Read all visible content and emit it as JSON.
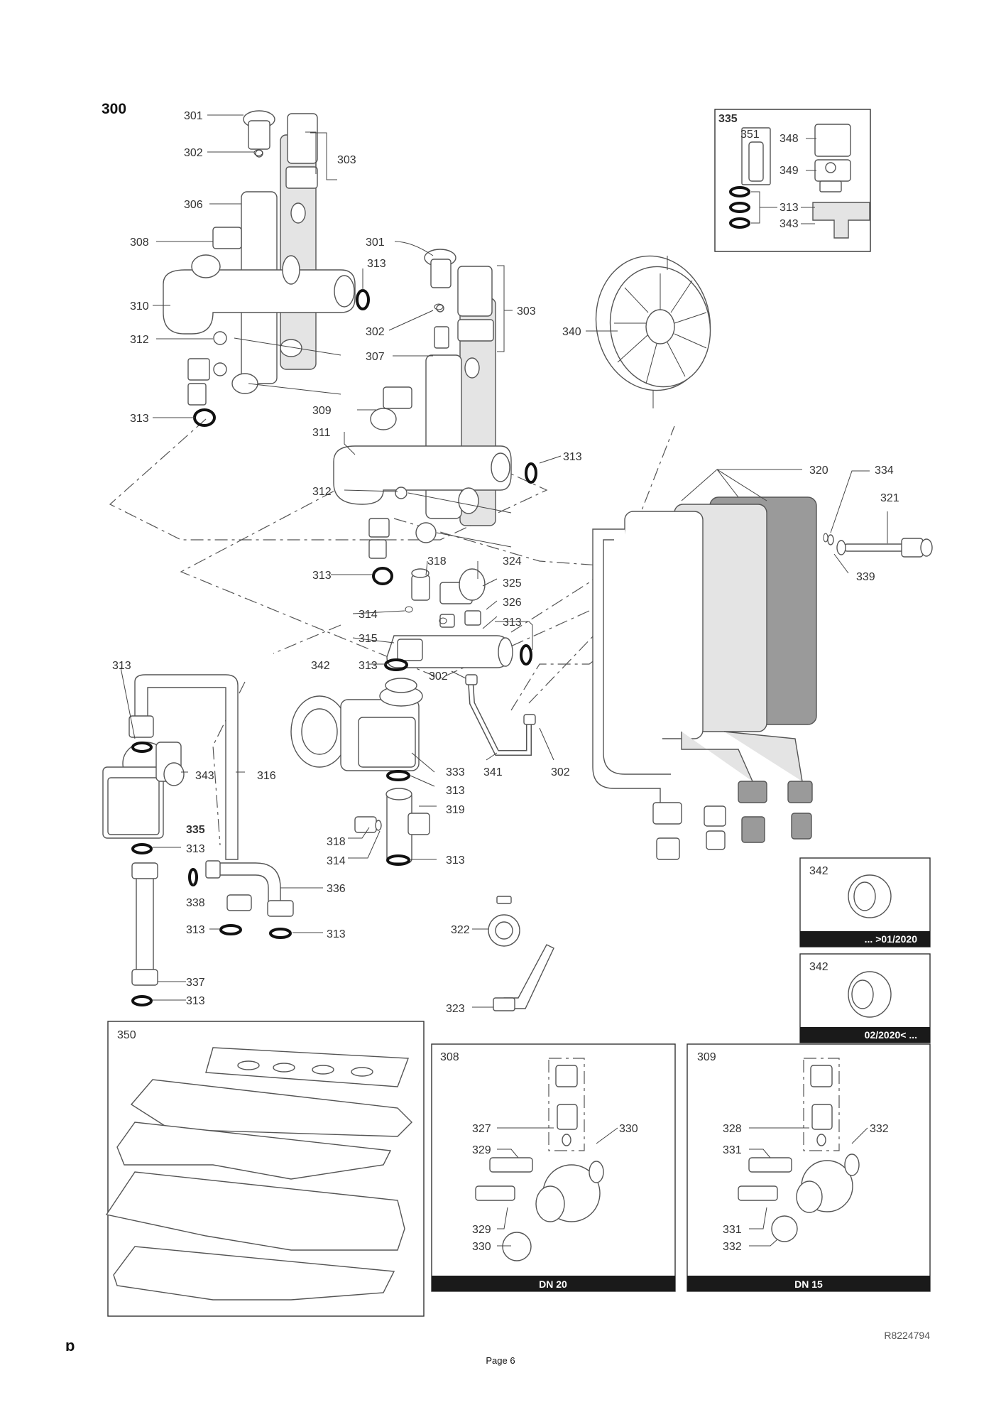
{
  "group_title": "300",
  "reference": "R8224794",
  "page_label": "Page 6",
  "corner_mark": "ɒ",
  "labels": {
    "l301a": "301",
    "l302a": "302",
    "l303a": "303",
    "l306": "306",
    "l308": "308",
    "l310": "310",
    "l312a": "312",
    "l313a": "313",
    "l301b": "301",
    "l313b": "313",
    "l302b": "302",
    "l303b": "303",
    "l307": "307",
    "l340": "340",
    "l309": "309",
    "l311": "311",
    "l313c": "313",
    "l312b": "312",
    "l320": "320",
    "l334": "334",
    "l321": "321",
    "l339": "339",
    "l313d": "313",
    "l318a": "318",
    "l324": "324",
    "l325": "325",
    "l326": "326",
    "l314a": "314",
    "l313e": "313",
    "l315": "315",
    "l313f": "313",
    "l342": "342",
    "l313g": "313",
    "l302c": "302",
    "l343": "343",
    "l316": "316",
    "l333": "333",
    "l341": "341",
    "l302d": "302",
    "l313h": "313",
    "l319": "319",
    "l335": "335",
    "l313i": "313",
    "l318b": "318",
    "l314b": "314",
    "l313j": "313",
    "l338": "338",
    "l336": "336",
    "l313k": "313",
    "l313l": "313",
    "l322": "322",
    "l337": "337",
    "l313m": "313",
    "l323": "323"
  },
  "inset_335": {
    "title": "335",
    "l351": "351",
    "l348": "348",
    "l349": "349",
    "l313": "313",
    "l343": "343"
  },
  "inset_342a": {
    "title": "342",
    "caption": "... >01/2020"
  },
  "inset_342b": {
    "title": "342",
    "caption": "02/2020< ..."
  },
  "inset_350": {
    "title": "350"
  },
  "inset_308": {
    "title": "308",
    "l327": "327",
    "l330a": "330",
    "l329a": "329",
    "l329b": "329",
    "l330b": "330",
    "caption": "DN 20"
  },
  "inset_309": {
    "title": "309",
    "l328": "328",
    "l332a": "332",
    "l331a": "331",
    "l331b": "331",
    "l332b": "332",
    "caption": "DN 15"
  }
}
